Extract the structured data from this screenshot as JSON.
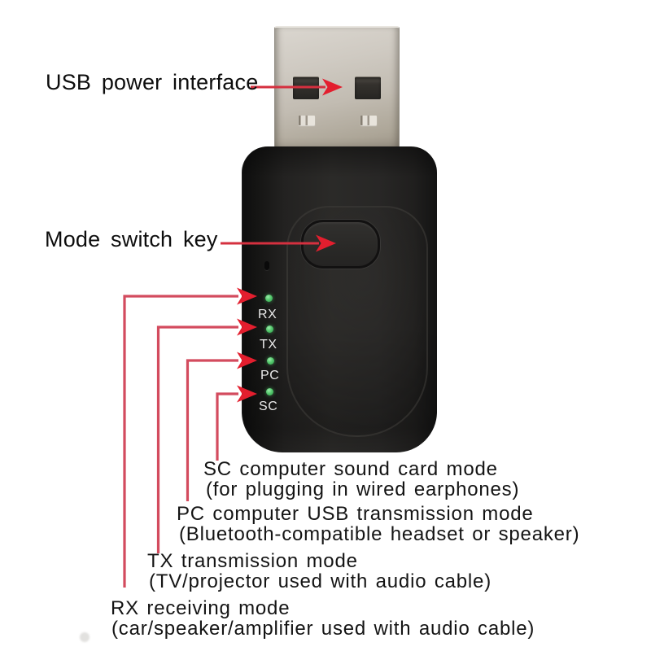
{
  "page": {
    "background": "#ffffff"
  },
  "callouts": {
    "usb_power": "USB power interface",
    "mode_switch": "Mode switch key"
  },
  "device": {
    "leds": [
      {
        "label": "RX"
      },
      {
        "label": "TX"
      },
      {
        "label": "PC"
      },
      {
        "label": "SC"
      }
    ]
  },
  "modes": [
    {
      "title": "SC computer sound card mode",
      "desc": "(for plugging in wired earphones)"
    },
    {
      "title": "PC computer USB transmission mode",
      "desc": "(Bluetooth-compatible headset or speaker)"
    },
    {
      "title": "TX transmission mode",
      "desc": "(TV/projector used with audio cable)"
    },
    {
      "title": "RX receiving mode",
      "desc": "(car/speaker/amplifier used with audio cable)"
    }
  ],
  "colors": {
    "arrow_red": "#d5303f",
    "arrowhead_red": "#e31e2e",
    "callout_line_red": "#d34b5e",
    "led_green": "#46bd63",
    "body_black": "#242322",
    "usb_metal": "#c9c4bb"
  }
}
